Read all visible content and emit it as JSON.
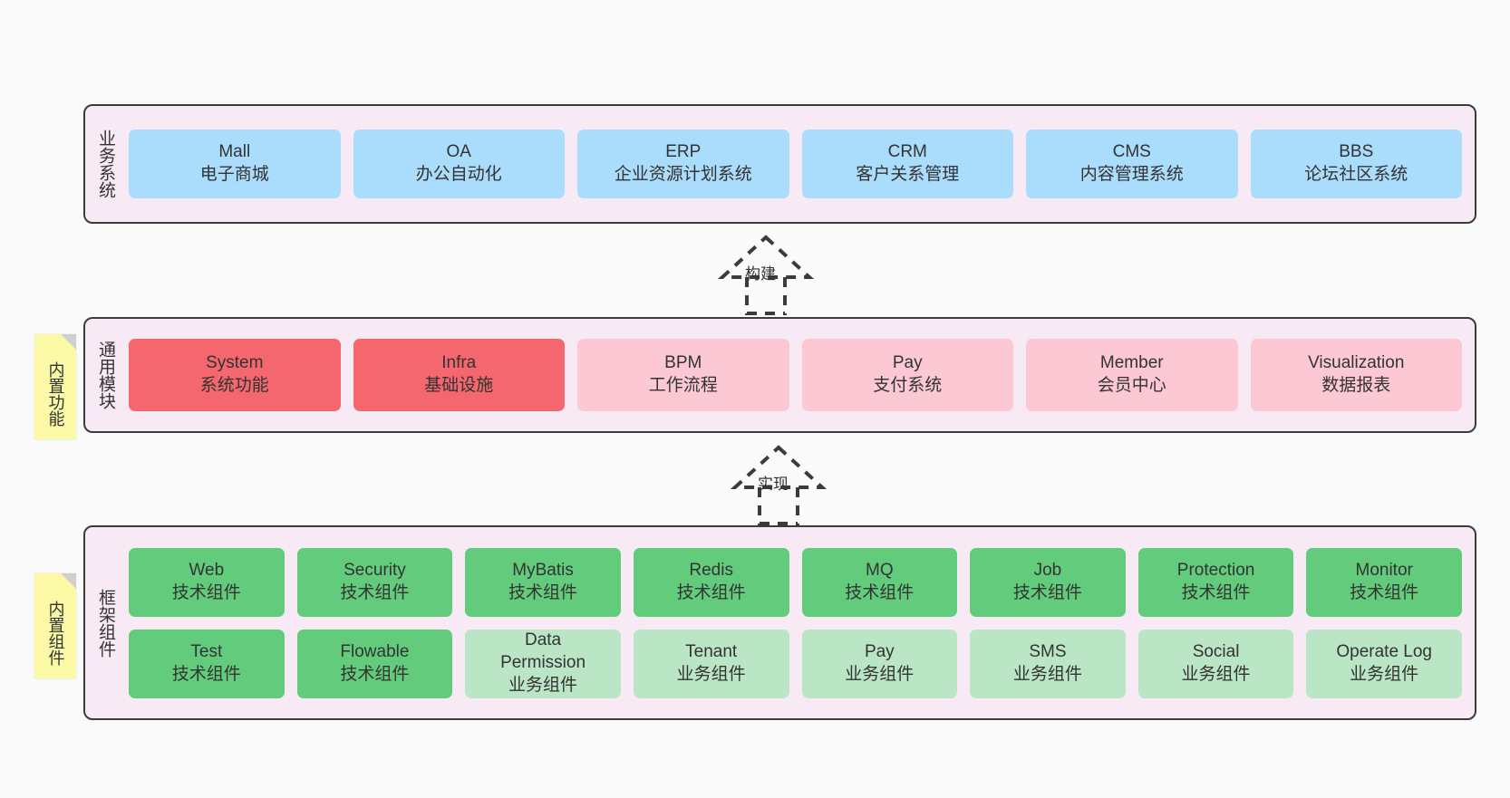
{
  "colors": {
    "canvas_bg": "#fafafa",
    "layer_bg": "#f8eaf4",
    "layer_border": "#3b3b3b",
    "blue": "#aadcfb",
    "red": "#f4676e",
    "pink": "#fbc8d4",
    "green_dark": "#63cc7c",
    "green_light": "#bae6c6",
    "sticky_yellow": "#fbf8a6",
    "sticky_fold": "#cfcfcf",
    "text": "#333333"
  },
  "layers": [
    {
      "id": "business",
      "title": "业务系统",
      "rows": [
        [
          {
            "name": "Mall",
            "subtitle": "电子商城",
            "style": "blue"
          },
          {
            "name": "OA",
            "subtitle": "办公自动化",
            "style": "blue"
          },
          {
            "name": "ERP",
            "subtitle": "企业资源计划系统",
            "style": "blue"
          },
          {
            "name": "CRM",
            "subtitle": "客户关系管理",
            "style": "blue"
          },
          {
            "name": "CMS",
            "subtitle": "内容管理系统",
            "style": "blue"
          },
          {
            "name": "BBS",
            "subtitle": "论坛社区系统",
            "style": "blue"
          }
        ]
      ]
    },
    {
      "id": "common",
      "title": "通用模块",
      "sticky": "内置功能",
      "rows": [
        [
          {
            "name": "System",
            "subtitle": "系统功能",
            "style": "red"
          },
          {
            "name": "Infra",
            "subtitle": "基础设施",
            "style": "red"
          },
          {
            "name": "BPM",
            "subtitle": "工作流程",
            "style": "pink"
          },
          {
            "name": "Pay",
            "subtitle": "支付系统",
            "style": "pink"
          },
          {
            "name": "Member",
            "subtitle": "会员中心",
            "style": "pink"
          },
          {
            "name": "Visualization",
            "subtitle": "数据报表",
            "style": "pink"
          }
        ]
      ]
    },
    {
      "id": "framework",
      "title": "框架组件",
      "sticky": "内置组件",
      "rows": [
        [
          {
            "name": "Web",
            "subtitle": "技术组件",
            "style": "green-dark"
          },
          {
            "name": "Security",
            "subtitle": "技术组件",
            "style": "green-dark"
          },
          {
            "name": "MyBatis",
            "subtitle": "技术组件",
            "style": "green-dark"
          },
          {
            "name": "Redis",
            "subtitle": "技术组件",
            "style": "green-dark"
          },
          {
            "name": "MQ",
            "subtitle": "技术组件",
            "style": "green-dark"
          },
          {
            "name": "Job",
            "subtitle": "技术组件",
            "style": "green-dark"
          },
          {
            "name": "Protection",
            "subtitle": "技术组件",
            "style": "green-dark"
          },
          {
            "name": "Monitor",
            "subtitle": "技术组件",
            "style": "green-dark"
          }
        ],
        [
          {
            "name": "Test",
            "subtitle": "技术组件",
            "style": "green-dark"
          },
          {
            "name": "Flowable",
            "subtitle": "技术组件",
            "style": "green-dark"
          },
          {
            "name": "Data\nPermission",
            "subtitle": "业务组件",
            "style": "green-light"
          },
          {
            "name": "Tenant",
            "subtitle": "业务组件",
            "style": "green-light"
          },
          {
            "name": "Pay",
            "subtitle": "业务组件",
            "style": "green-light"
          },
          {
            "name": "SMS",
            "subtitle": "业务组件",
            "style": "green-light"
          },
          {
            "name": "Social",
            "subtitle": "业务组件",
            "style": "green-light"
          },
          {
            "name": "Operate Log",
            "subtitle": "业务组件",
            "style": "green-light"
          }
        ]
      ]
    }
  ],
  "connectors": [
    {
      "id": "build",
      "label": "构建"
    },
    {
      "id": "implement",
      "label": "实现"
    }
  ]
}
